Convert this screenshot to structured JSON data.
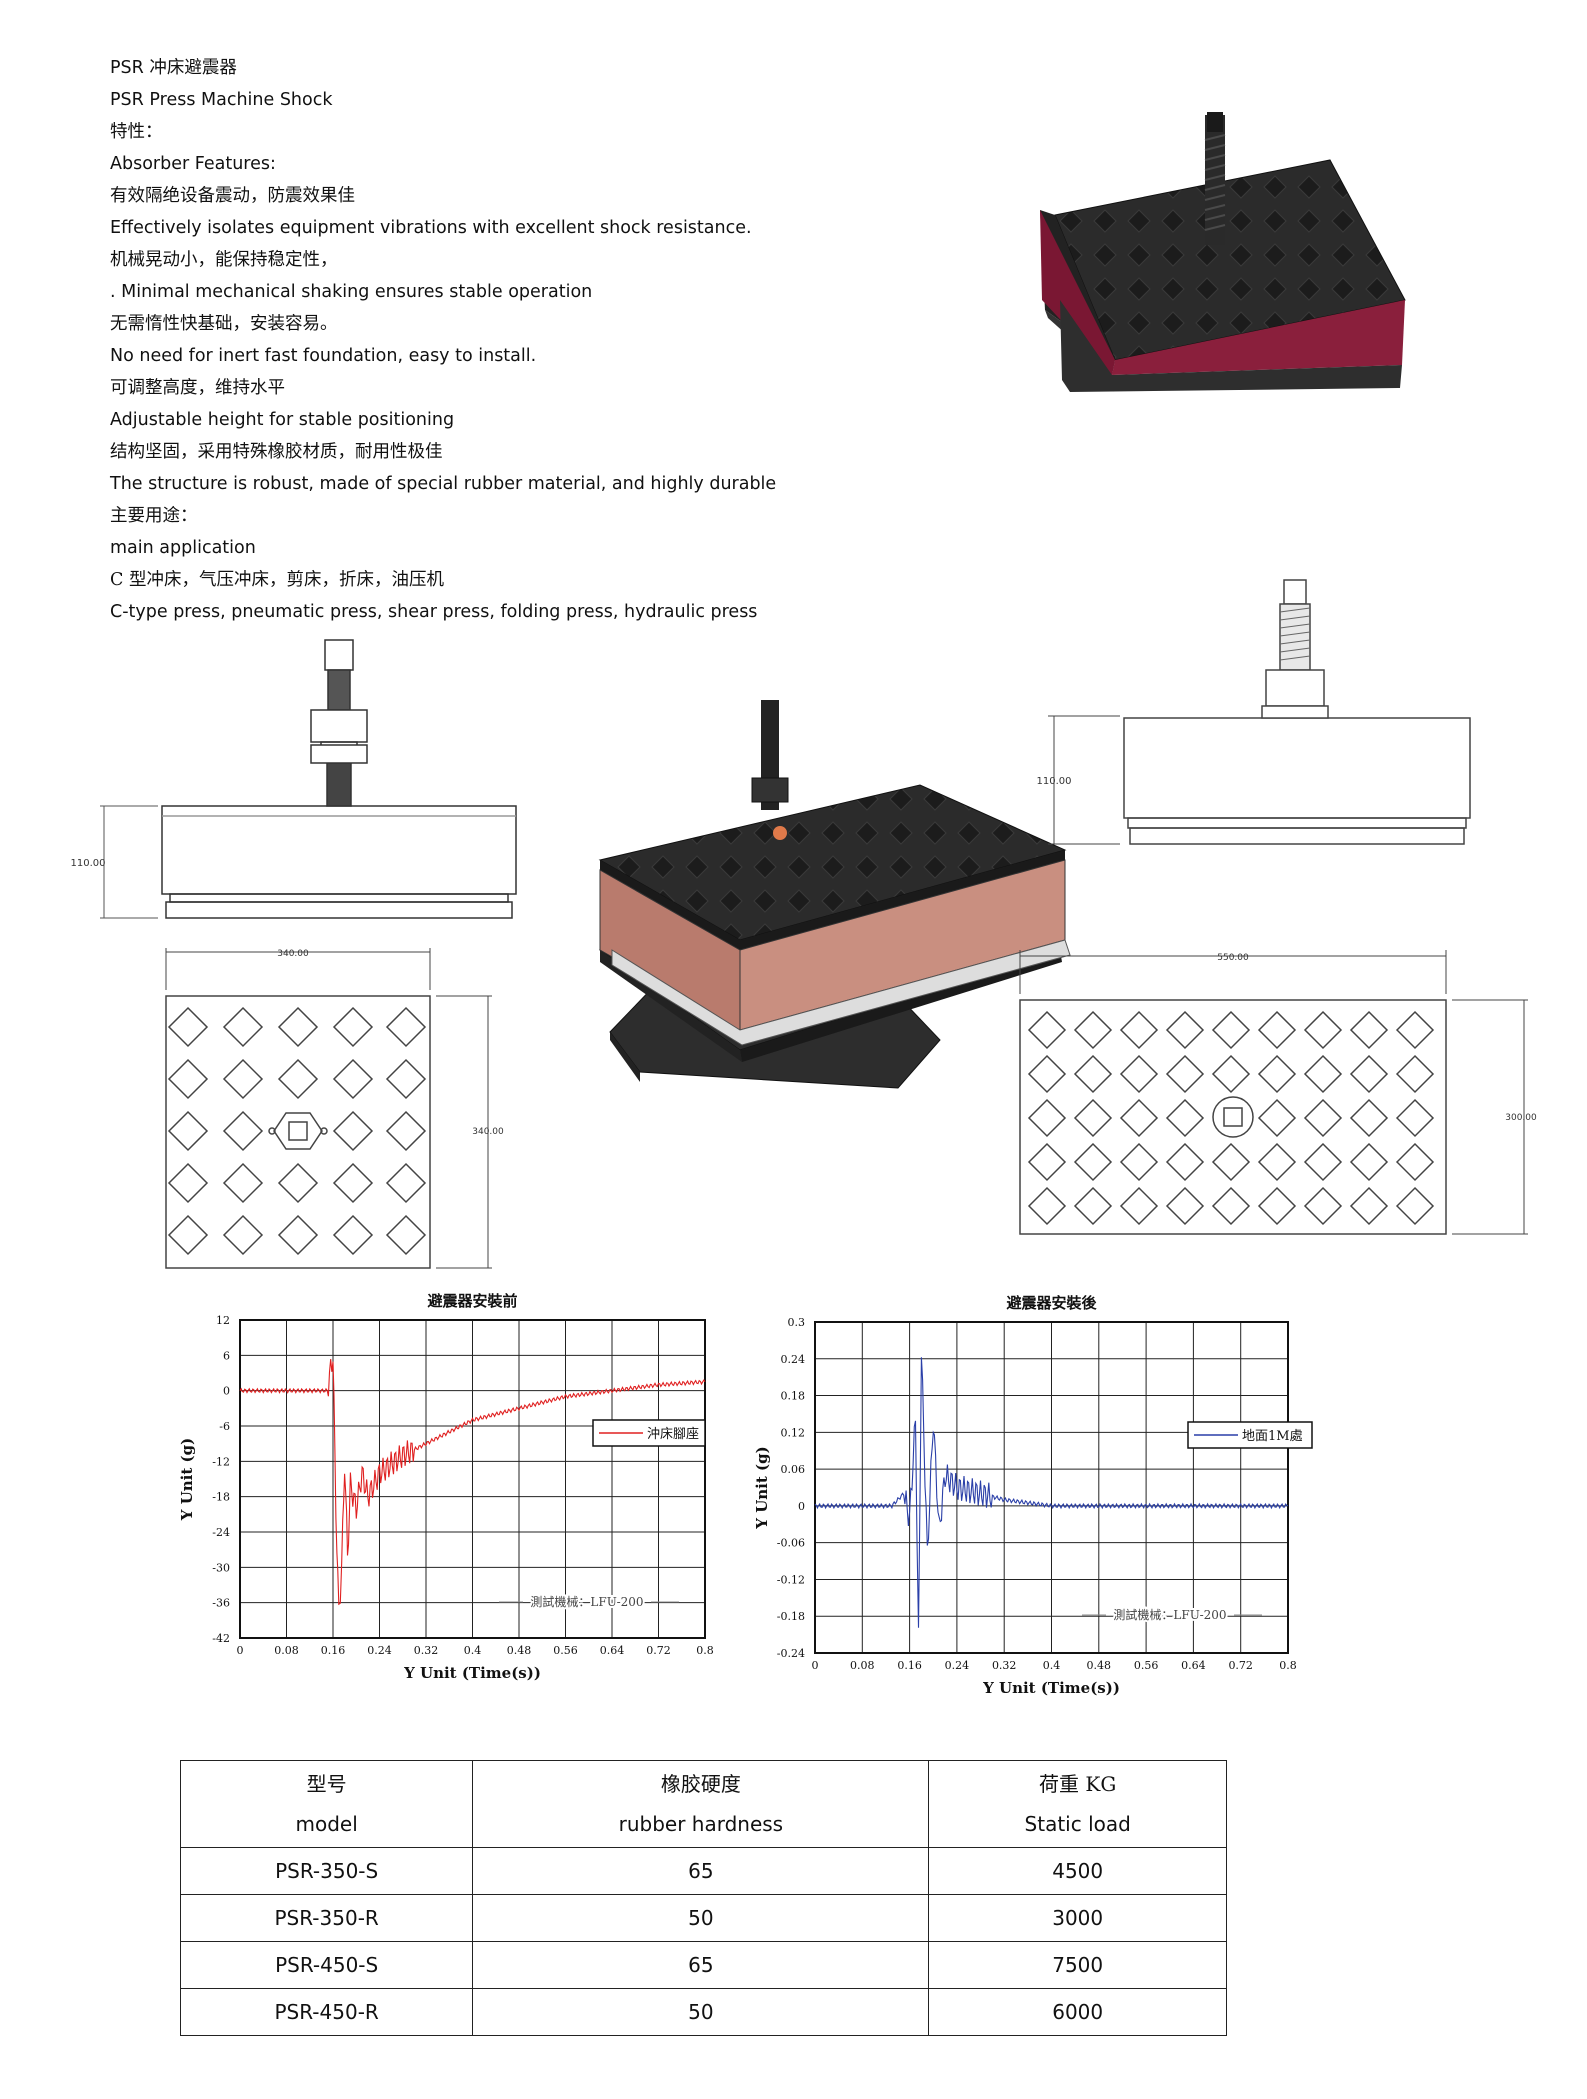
{
  "intro": [
    {
      "text": "PSR 冲床避震器",
      "lang": "mixed"
    },
    {
      "text": "PSR Press Machine Shock",
      "lang": "en"
    },
    {
      "text": "特性：",
      "lang": "zh"
    },
    {
      "text": "Absorber Features:",
      "lang": "en"
    },
    {
      "text": "有效隔绝设备震动，防震效果佳",
      "lang": "zh"
    },
    {
      "text": "Effectively isolates equipment vibrations with excellent shock resistance.",
      "lang": "en"
    },
    {
      "text": "机械晃动小，能保持稳定性，",
      "lang": "zh"
    },
    {
      "text": ". Minimal mechanical shaking ensures stable operation",
      "lang": "en"
    },
    {
      "text": "无需惰性快基础，安装容易。",
      "lang": "zh"
    },
    {
      "text": "No need for inert fast foundation, easy to install.",
      "lang": "en"
    },
    {
      "text": "可调整高度，维持水平",
      "lang": "zh"
    },
    {
      "text": "Adjustable height for stable positioning",
      "lang": "en"
    },
    {
      "text": "结构坚固，采用特殊橡胶材质，耐用性极佳",
      "lang": "zh"
    },
    {
      "text": "The structure is robust, made of special rubber material, and highly durable",
      "lang": "en"
    },
    {
      "text": "主要用途：",
      "lang": "zh"
    },
    {
      "text": "main application",
      "lang": "en"
    },
    {
      "text": "C 型冲床，气压冲床，剪床，折床，油压机",
      "lang": "zh"
    },
    {
      "text": "C-type press, pneumatic press, shear press, folding press, hydraulic press",
      "lang": "en"
    }
  ],
  "drawings": {
    "left_height": "110.00",
    "left_width": "340.00",
    "left_depth": "340.00",
    "right_height": "110.00",
    "right_width": "550.00",
    "right_depth": "300.00"
  },
  "chart_data": [
    {
      "type": "line",
      "title": "避震器安裝前",
      "xlabel": "Y Unit (Time(s))",
      "ylabel": "Y Unit (g)",
      "xlim": [
        0,
        0.8
      ],
      "ylim": [
        -42,
        12
      ],
      "xticks": [
        "0",
        "0.08",
        "0.16",
        "0.24",
        "0.32",
        "0.4",
        "0.48",
        "0.56",
        "0.64",
        "0.72",
        "0.8"
      ],
      "yticks": [
        "12",
        "6",
        "0",
        "-6",
        "-12",
        "-18",
        "-24",
        "-30",
        "-36",
        "-42"
      ],
      "legend": "沖床腳座",
      "annotation": "測試機械：LFU-200",
      "color": "#e02020",
      "series": [
        {
          "name": "沖床腳座",
          "x": [
            0,
            0.08,
            0.12,
            0.15,
            0.16,
            0.165,
            0.17,
            0.175,
            0.18,
            0.185,
            0.19,
            0.2,
            0.21,
            0.22,
            0.24,
            0.28,
            0.32,
            0.4,
            0.48,
            0.56,
            0.64,
            0.72,
            0.8
          ],
          "y": [
            0,
            0,
            0,
            0,
            6,
            -20,
            -38,
            -30,
            -12,
            -28,
            -16,
            -20,
            -14,
            -18,
            -14,
            -11,
            -9,
            -5,
            -3,
            -1,
            0,
            1,
            1.5
          ]
        }
      ]
    },
    {
      "type": "line",
      "title": "避震器安裝後",
      "xlabel": "Y Unit (Time(s))",
      "ylabel": "Y Unit (g)",
      "xlim": [
        0,
        0.8
      ],
      "ylim": [
        -0.24,
        0.3
      ],
      "xticks": [
        "0",
        "0.08",
        "0.16",
        "0.24",
        "0.32",
        "0.4",
        "0.48",
        "0.56",
        "0.64",
        "0.72",
        "0.8"
      ],
      "yticks": [
        "0.3",
        "0.24",
        "0.18",
        "0.12",
        "0.06",
        "0",
        "-0.06",
        "-0.12",
        "-0.18",
        "-0.24"
      ],
      "legend": "地面1M處",
      "annotation": "測試機械：LFU-200",
      "color": "#2a3fa8",
      "series": [
        {
          "name": "地面1M處",
          "x": [
            0,
            0.1,
            0.13,
            0.15,
            0.16,
            0.17,
            0.175,
            0.18,
            0.19,
            0.2,
            0.21,
            0.22,
            0.24,
            0.28,
            0.32,
            0.4,
            0.48,
            0.56,
            0.64,
            0.72,
            0.8
          ],
          "y": [
            0,
            0,
            0,
            0.02,
            -0.02,
            0.14,
            -0.22,
            0.25,
            -0.08,
            0.14,
            -0.04,
            0.05,
            0.03,
            0.02,
            0.01,
            0,
            0,
            0,
            0,
            0,
            0
          ]
        }
      ]
    }
  ],
  "table": {
    "headers": [
      {
        "zh": "型号",
        "en": "model"
      },
      {
        "zh": "橡胶硬度",
        "en": "rubber hardness"
      },
      {
        "zh": "荷重 KG",
        "en": "Static load"
      }
    ],
    "rows": [
      [
        "PSR-350-S",
        "65",
        "4500"
      ],
      [
        "PSR-350-R",
        "50",
        "3000"
      ],
      [
        "PSR-450-S",
        "65",
        "7500"
      ],
      [
        "PSR-450-R",
        "50",
        "6000"
      ]
    ]
  },
  "colors": {
    "rubber": "#8a1f3c",
    "top": "#2a2a2a",
    "chart1": "#e02020",
    "chart2": "#2a3fa8"
  }
}
